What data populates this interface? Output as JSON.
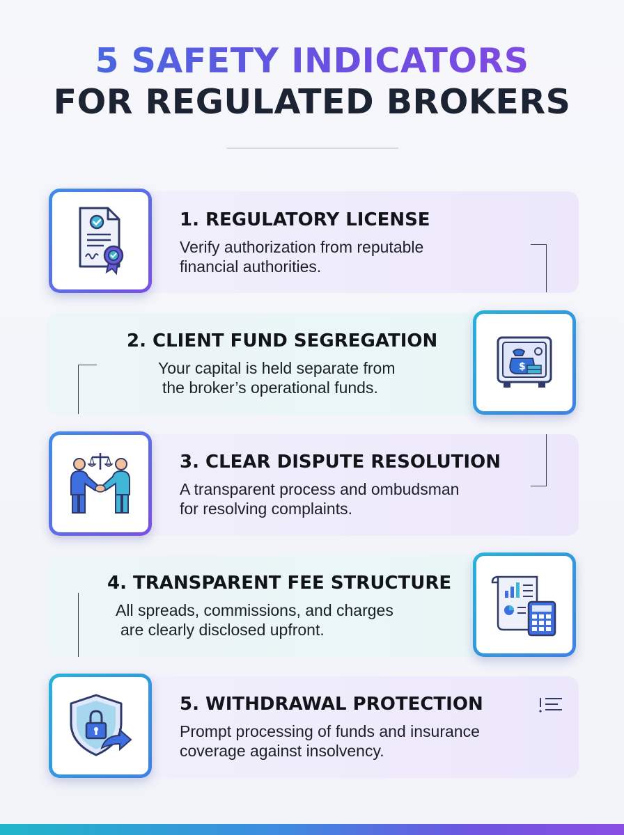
{
  "title": {
    "line1": "5 SAFETY INDICATORS",
    "line2": "FOR REGULATED BROKERS"
  },
  "colors": {
    "title_gradient": [
      "#3f6fe0",
      "#8a48e2"
    ],
    "title_dark": "#1c2433",
    "accent_purple": "#7a4fe3",
    "accent_teal": "#27b3d8",
    "card_purple_bg": "#ece7fb",
    "card_teal_bg": "#e9f6f6"
  },
  "indicators": [
    {
      "heading": "1. REGULATORY LICENSE",
      "desc_line1": "Verify authorization from reputable",
      "desc_line2": "financial authorities.",
      "icon": "certificate-icon"
    },
    {
      "heading": "2. CLIENT FUND SEGREGATION",
      "desc_line1": "Your capital is held separate from",
      "desc_line2": "the broker’s operational funds.",
      "icon": "safe-icon"
    },
    {
      "heading": "3. CLEAR DISPUTE RESOLUTION",
      "desc_line1": "A transparent process and ombudsman",
      "desc_line2": "for resolving complaints.",
      "icon": "handshake-scales-icon"
    },
    {
      "heading": "4. TRANSPARENT FEE STRUCTURE",
      "desc_line1": "All spreads, commissions, and charges",
      "desc_line2": "are clearly disclosed upfront.",
      "icon": "invoice-calculator-icon"
    },
    {
      "heading": "5. WITHDRAWAL PROTECTION",
      "desc_line1": "Prompt processing of funds and insurance",
      "desc_line2": "coverage against insolvency.",
      "icon": "shield-lock-icon"
    }
  ]
}
